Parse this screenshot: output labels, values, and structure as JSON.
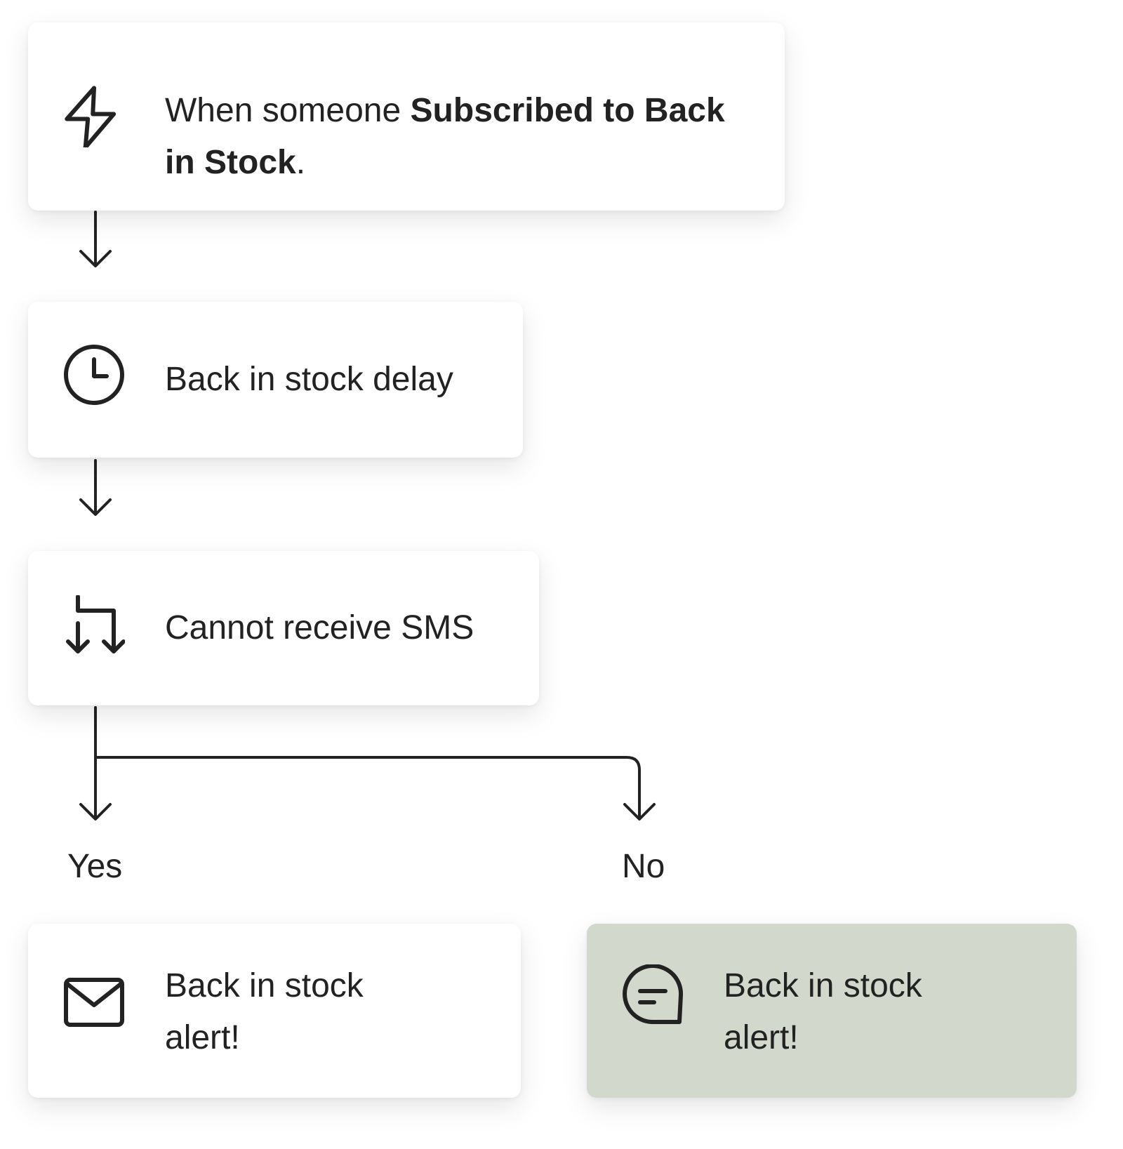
{
  "trigger": {
    "prefix": "When someone ",
    "event": "Subscribed to Back in Stock",
    "suffix": ".",
    "icon": "lightning-bolt-icon"
  },
  "delay": {
    "label": "Back in stock delay",
    "icon": "clock-icon"
  },
  "split": {
    "label": "Cannot receive SMS",
    "icon": "split-arrows-icon",
    "yes_label": "Yes",
    "no_label": "No"
  },
  "email_action": {
    "label": "Back in stock alert!",
    "icon": "envelope-icon"
  },
  "sms_action": {
    "label": "Back in stock alert!",
    "icon": "chat-bubble-icon",
    "background": "#d2d8cb"
  }
}
